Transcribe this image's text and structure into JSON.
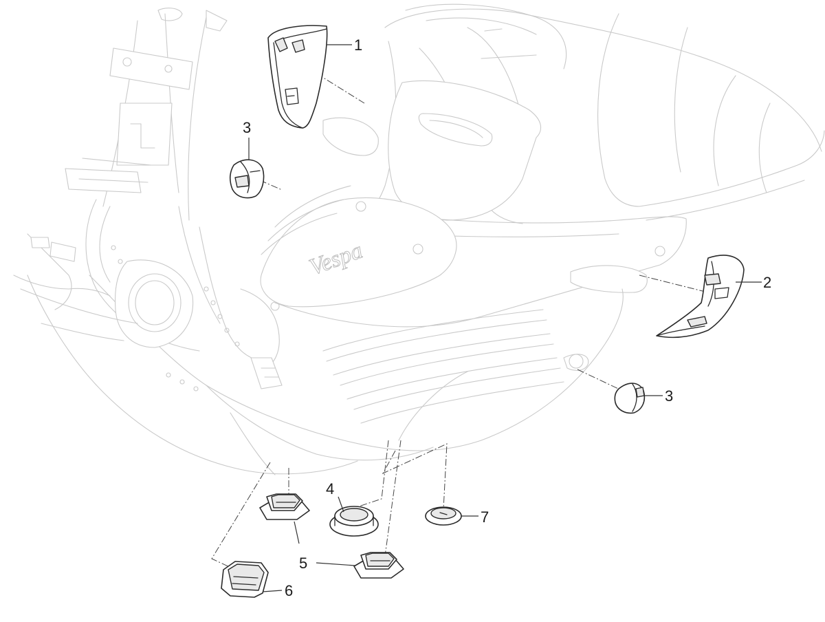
{
  "callouts": {
    "c1": "1",
    "c2": "2",
    "c3a": "3",
    "c3b": "3",
    "c4": "4",
    "c5": "5",
    "c6": "6",
    "c7": "7"
  },
  "floor_logo": "Vespa",
  "colors": {
    "part_stroke": "#2a2a2a",
    "ghost_stroke": "#c9c9c9",
    "background": "#ffffff"
  }
}
